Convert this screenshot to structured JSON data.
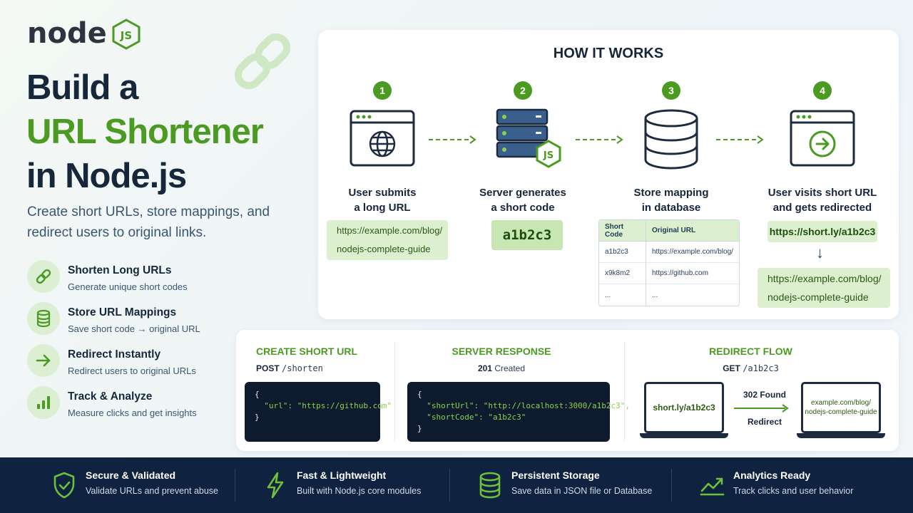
{
  "logo": {
    "text": "node",
    "badge": "JS"
  },
  "hero": {
    "title_line1": "Build a",
    "title_line2": "URL Shortener",
    "title_line3": "in Node.js",
    "subtitle": "Create short URLs, store mappings, and redirect users to original links."
  },
  "features": [
    {
      "title": "Shorten Long URLs",
      "desc": "Generate unique short codes",
      "icon": "link-icon"
    },
    {
      "title": "Store URL Mappings",
      "desc": "Save short code → original URL",
      "icon": "database-icon"
    },
    {
      "title": "Redirect Instantly",
      "desc": "Redirect users to original URLs",
      "icon": "arrow-right-icon"
    },
    {
      "title": "Track & Analyze",
      "desc": "Measure clicks and get insights",
      "icon": "bar-chart-icon"
    }
  ],
  "how": {
    "title": "HOW IT WORKS",
    "steps": [
      {
        "num": "1",
        "caption_l1": "User submits",
        "caption_l2": "a long URL"
      },
      {
        "num": "2",
        "caption_l1": "Server generates",
        "caption_l2": "a short code"
      },
      {
        "num": "3",
        "caption_l1": "Store mapping",
        "caption_l2": "in database"
      },
      {
        "num": "4",
        "caption_l1": "User visits short URL",
        "caption_l2": "and gets redirected"
      }
    ],
    "long_url_l1": "https://example.com/blog/",
    "long_url_l2": "nodejs-complete-guide",
    "short_code": "a1b2c3",
    "short_url": "https://short.ly/a1b2c3",
    "redirect_url_l1": "https://example.com/blog/",
    "redirect_url_l2": "nodejs-complete-guide",
    "table": {
      "headers": [
        "Short Code",
        "Original URL"
      ],
      "rows": [
        [
          "a1b2c3",
          "https://example.com/blog/"
        ],
        [
          "x9k8m2",
          "https://github.com"
        ],
        [
          "...",
          "..."
        ]
      ]
    }
  },
  "api": {
    "create": {
      "title": "CREATE SHORT URL",
      "method": "POST",
      "path": "/shorten",
      "code": [
        "{",
        "  \"url\": \"https://github.com\"",
        "}"
      ]
    },
    "response": {
      "title": "SERVER RESPONSE",
      "status_code": "201",
      "status_text": "Created",
      "code": [
        "{",
        "  \"shortUrl\": \"http://localhost:3000/a1b2c3\",",
        "  \"shortCode\": \"a1b2c3\"",
        "}"
      ]
    },
    "redirect": {
      "title": "REDIRECT FLOW",
      "method": "GET",
      "path": "/a1b2c3",
      "short_screen": "short.ly/a1b2c3",
      "status": "302 Found",
      "label": "Redirect",
      "target_l1": "example.com/blog/",
      "target_l2": "nodejs-complete-guide"
    }
  },
  "footer": [
    {
      "title": "Secure & Validated",
      "desc": "Validate URLs and prevent abuse",
      "icon": "shield-check-icon"
    },
    {
      "title": "Fast & Lightweight",
      "desc": "Built with Node.js core modules",
      "icon": "lightning-icon"
    },
    {
      "title": "Persistent Storage",
      "desc": "Save data in JSON file or Database",
      "icon": "database-icon"
    },
    {
      "title": "Analytics Ready",
      "desc": "Track clicks and user behavior",
      "icon": "trend-icon"
    }
  ],
  "colors": {
    "brand_green": "#4b9a22",
    "navy": "#16263b",
    "footer_bg": "#0f2340",
    "code_bg": "#0e1b2e",
    "chip_green": "#dcf0cf"
  }
}
